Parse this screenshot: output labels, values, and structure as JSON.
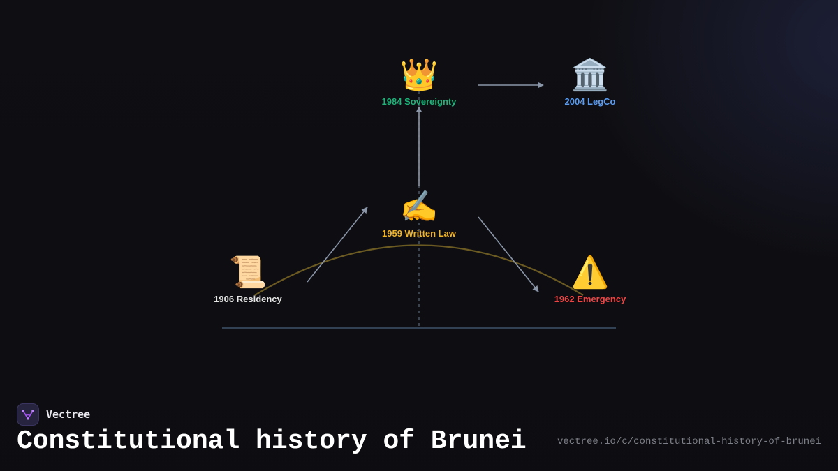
{
  "diagram": {
    "nodes": [
      {
        "id": "residency",
        "emoji": "📜",
        "label": "1906 Residency",
        "color": "#e6e6e6"
      },
      {
        "id": "written_law",
        "emoji": "✍️",
        "label": "1959 Written Law",
        "color": "#f0b429"
      },
      {
        "id": "sovereignty",
        "emoji": "👑",
        "label": "1984 Sovereignty",
        "color": "#1fb37a"
      },
      {
        "id": "legco",
        "emoji": "🏛️",
        "label": "2004 LegCo",
        "color": "#5b9cf0"
      },
      {
        "id": "emergency",
        "emoji": "⚠️",
        "label": "1962 Emergency",
        "color": "#ef4444"
      }
    ],
    "edges": [
      {
        "from": "residency",
        "to": "written_law"
      },
      {
        "from": "written_law",
        "to": "sovereignty"
      },
      {
        "from": "written_law",
        "to": "emergency"
      },
      {
        "from": "sovereignty",
        "to": "legco"
      }
    ],
    "colors": {
      "arrow": "#8a95a8",
      "arc": "#6b5a22",
      "baseline": "#334155",
      "axis_dashed": "#475569"
    }
  },
  "brand": {
    "name": "Vectree",
    "logo_icon": "vectree-logo-icon",
    "logo_color": "#a855f7"
  },
  "page": {
    "title": "Constitutional history of Brunei",
    "url": "vectree.io/c/constitutional-history-of-brunei"
  }
}
